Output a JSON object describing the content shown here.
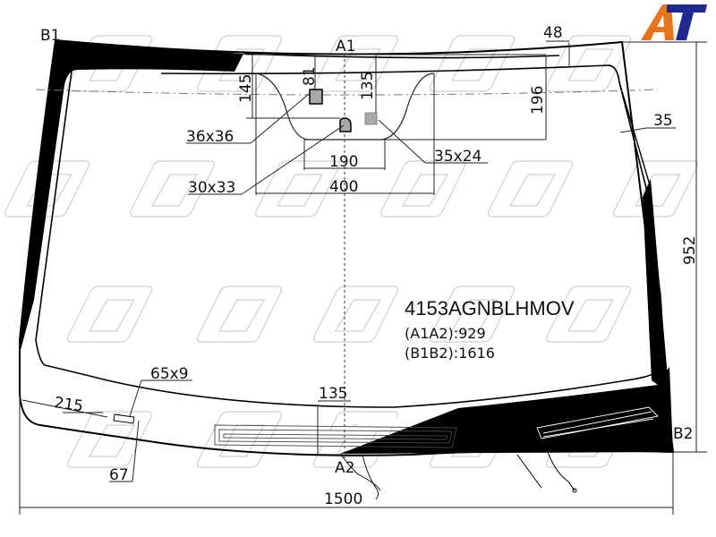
{
  "brand": {
    "logo_text": "AT",
    "accent_orange": "#e8741c",
    "accent_blue": "#1f2a8c"
  },
  "points": {
    "b1": "B1",
    "b2": "B2",
    "a1": "A1",
    "a2": "A2"
  },
  "dimensions": {
    "top_band": "48",
    "side_band": "35",
    "sensor_offset": "81",
    "left_depth": "145",
    "center_depth": "135",
    "right_depth": "196",
    "sensor_size": "36x36",
    "camera_size": "30x33",
    "sensor2_size": "35x24",
    "inner_width": "190",
    "outer_width": "400",
    "height": "952",
    "vin_size": "65x9",
    "vin_offset": "215",
    "vin_height": "67",
    "bottom_heater": "135",
    "width": "1500"
  },
  "info": {
    "part_code": "4153AGNBLHMOV",
    "a1a2": "(A1A2):929",
    "b1b2": "(B1B2):1616"
  },
  "colors": {
    "frit": "#000000",
    "sensor": "#a8a8a8",
    "watermark": "#cfcfcf"
  }
}
